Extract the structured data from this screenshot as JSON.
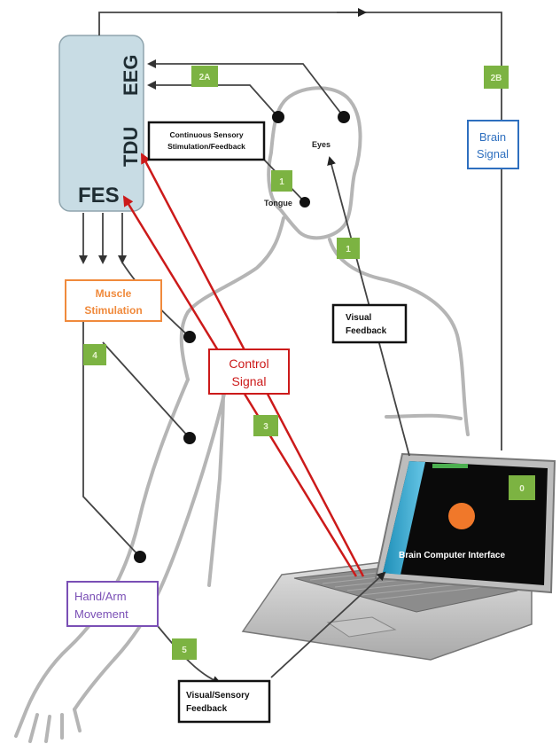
{
  "control_unit": {
    "eeg_label": "EEG",
    "tdu_label": "TDU",
    "fes_label": "FES"
  },
  "boxes": {
    "continuous_feedback": [
      "Continuous Sensory",
      "Stimulation/Feedback"
    ],
    "brain_signal": [
      "Brain",
      "Signal"
    ],
    "muscle_stimulation": [
      "Muscle",
      "Stimulation"
    ],
    "visual_feedback": [
      "Visual",
      "Feedback"
    ],
    "control_signal": [
      "Control",
      "Signal"
    ],
    "hand_arm_movement": [
      "Hand/Arm",
      "Movement"
    ],
    "visual_sensory_feedback": [
      "Visual/Sensory",
      "Feedback"
    ]
  },
  "badges": {
    "b2a": "2A",
    "b2b": "2B",
    "b1_tongue": "1",
    "b1_eyes": "1",
    "b4": "4",
    "b3": "3",
    "b5": "5",
    "b0": "0"
  },
  "body_labels": {
    "eyes": "Eyes",
    "tongue": "Tongue"
  },
  "screen": {
    "title": "Brain Computer Interface"
  },
  "colors": {
    "unit_fill": "#c8dce4",
    "badge_green": "#7cb342",
    "red_arrow": "#cc1a1a",
    "brain_signal_blue": "#2e6fbf",
    "muscle_orange": "#f08a3c",
    "hand_purple": "#7a4fb5",
    "target_orange": "#f0782a"
  }
}
